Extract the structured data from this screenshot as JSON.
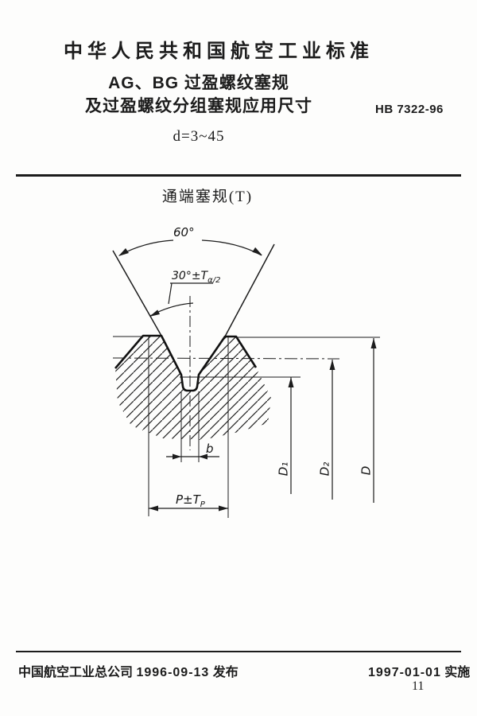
{
  "header": {
    "standard_header": "中华人民共和国航空工业标准",
    "title_line1": "AG、BG 过盈螺纹塞规",
    "title_line2": "及过盈螺纹分组塞规应用尺寸",
    "standard_number": "HB 7322-96",
    "diameter_range": "d=3~45"
  },
  "figure": {
    "caption": "通端塞规(T)",
    "labels": {
      "full_angle": "60°",
      "half_angle_base": "30°±T",
      "half_angle_sub": "α/2",
      "groove_width": "b",
      "pitch_base": "P±T",
      "pitch_sub": "P",
      "d1": "D₁",
      "d2": "D₂",
      "d": "D"
    }
  },
  "footer": {
    "issuer": "中国航空工业总公司",
    "issue_date": "1996-09-13",
    "issue_action": "发布",
    "implementation_date": "1997-01-01",
    "implementation_action": "实施",
    "page_number": "11"
  }
}
